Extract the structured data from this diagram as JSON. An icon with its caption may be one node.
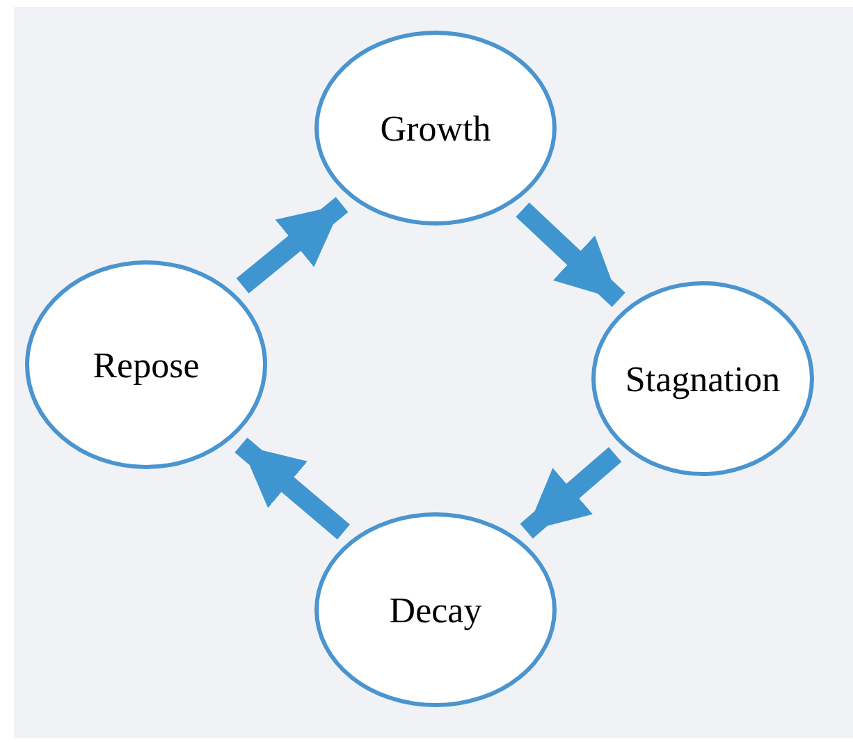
{
  "diagram": {
    "nodes": [
      {
        "text": [
          "Growth"
        ]
      },
      {
        "text": [
          "Stagnation"
        ]
      },
      {
        "text": [
          "Decay"
        ]
      },
      {
        "text": [
          "Repose"
        ]
      }
    ],
    "edges": [
      {
        "from": 0,
        "to": 1,
        "arrow": "to"
      },
      {
        "from": 1,
        "to": 2,
        "arrow": "to"
      },
      {
        "from": 2,
        "to": 3,
        "arrow": "to"
      },
      {
        "from": 3,
        "to": 0,
        "arrow": "to"
      }
    ]
  }
}
